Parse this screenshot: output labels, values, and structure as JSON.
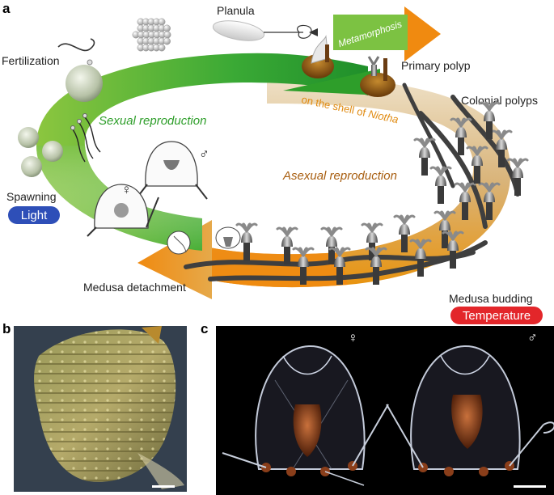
{
  "panels": {
    "a": "a",
    "b": "b",
    "c": "c"
  },
  "cycle": {
    "fertilization": "Fertilization",
    "planula": "Planula",
    "metamorphosis": "Metamorphosis",
    "primary_polyp": "Primary polyp",
    "on_shell_prefix": "on the shell of ",
    "on_shell_species": "Niotha",
    "colonial_polyps": "Colonial polyps",
    "sexual_reproduction": "Sexual reproduction",
    "asexual_reproduction": "Asexual reproduction",
    "spawning": "Spawning",
    "light": "Light",
    "medusa_detachment": "Medusa detachment",
    "medusa_budding": "Medusa budding",
    "temperature": "Temperature",
    "female_symbol": "♀",
    "male_symbol": "♂"
  },
  "photos": {
    "female_symbol": "♀",
    "male_symbol": "♂"
  },
  "colors": {
    "sexual_green": "#2e9e2a",
    "asexual_orange": "#e8930e",
    "light_badge": "#2e4fb8",
    "temperature_badge": "#e3262a",
    "metamorphosis_box": "#7cc242"
  }
}
